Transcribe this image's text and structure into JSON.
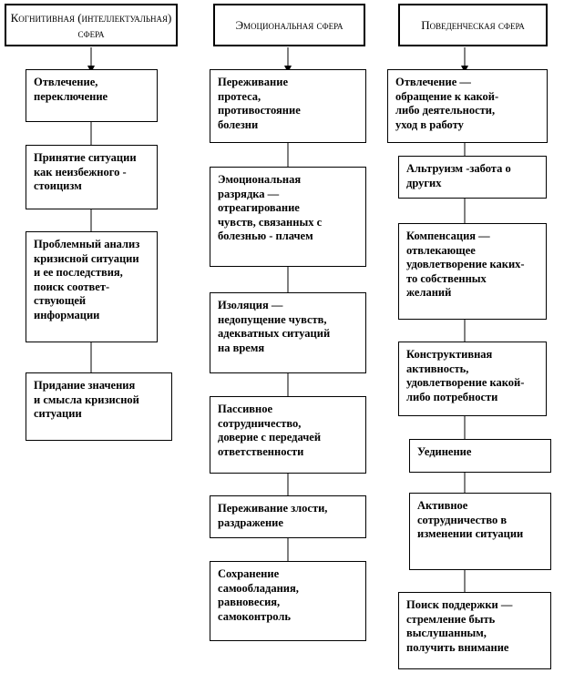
{
  "columns": [
    {
      "header": "Когнитивная (интеллектуальная) сфера",
      "items": [
        "Отвлечение,\nпереключение",
        "Принятие ситуации\nкак неизбежного -\nстоицизм",
        "Проблемный анализ\nкризисной ситуации\nи ее последствия,\nпоиск соответ-\nствующей\nинформации",
        "Придание значения\nи смысла кризисной\nситуации"
      ]
    },
    {
      "header": "Эмоциональная сфера",
      "items": [
        "Переживание\nпротеса,\nпротивостояние\nболезни",
        "Эмоциональная\nразрядка —\nотреагирование\nчувств, связанных с\nболезнью - плачем",
        "Изоляция —\nнедопущение чувств,\nадекватных ситуаций\nна время",
        "Пассивное\nсотрудничество,\nдоверие с передачей\nответственности",
        "Переживание злости,\nраздражение",
        "Сохранение\nсамообладания,\nравновесия,\nсамоконтроль"
      ]
    },
    {
      "header": "Поведенческая сфера",
      "items": [
        "Отвлечение —\nобращение к какой-\nлибо деятельности,\nуход в работу",
        "Альтруизм  -забота о\nдругих",
        "Компенсация —\nотвлекающее\nудовлетворение каких-\nто собственных\nжеланий",
        "Конструктивная\nактивность,\nудовлетворение какой-\nлибо потребности",
        "Уединение",
        "Активное\nсотрудничество в\nизменении ситуации",
        "Поиск поддержки —\nстремление быть\nвыслушанным,\nполучить внимание"
      ]
    }
  ]
}
